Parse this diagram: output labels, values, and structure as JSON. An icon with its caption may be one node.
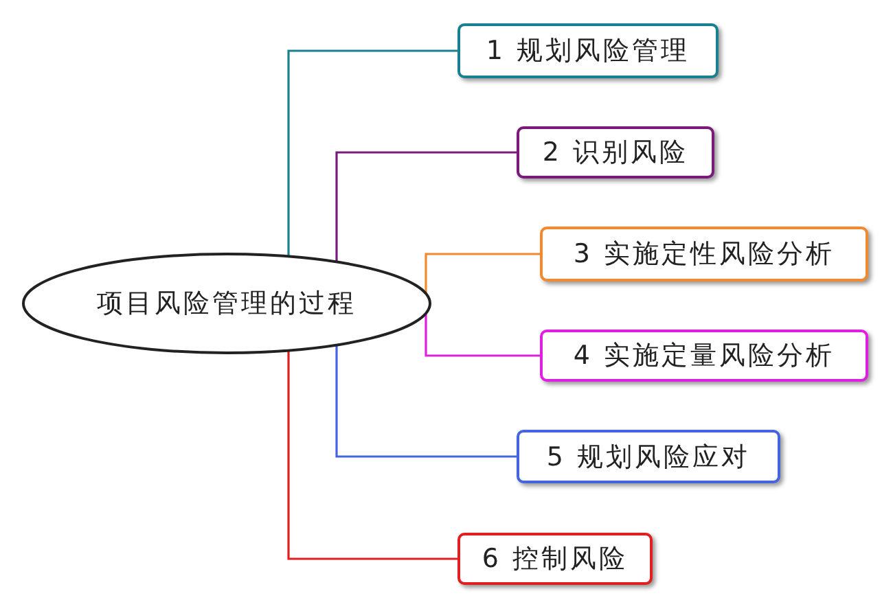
{
  "diagram": {
    "nodes": [
      {
        "text": [
          "项目风险管理的过程"
        ]
      },
      {
        "text": [
          "1 规划风险管理"
        ]
      },
      {
        "text": [
          "2 识别风险"
        ]
      },
      {
        "text": [
          "3 实施定性风险分析"
        ]
      },
      {
        "text": [
          "4 实施定量风险分析"
        ]
      },
      {
        "text": [
          "5 规划风险应对"
        ]
      },
      {
        "text": [
          "6 控制风险"
        ]
      }
    ],
    "edges": [
      {
        "from": 0,
        "to": 1,
        "arrow": "none",
        "color": "#1a8090"
      },
      {
        "from": 0,
        "to": 2,
        "arrow": "none",
        "color": "#7a1a7a"
      },
      {
        "from": 0,
        "to": 3,
        "arrow": "none",
        "color": "#f08a30"
      },
      {
        "from": 0,
        "to": 4,
        "arrow": "none",
        "color": "#e020e0"
      },
      {
        "from": 0,
        "to": 5,
        "arrow": "none",
        "color": "#4464e0"
      },
      {
        "from": 0,
        "to": 6,
        "arrow": "none",
        "color": "#e02020"
      }
    ]
  }
}
